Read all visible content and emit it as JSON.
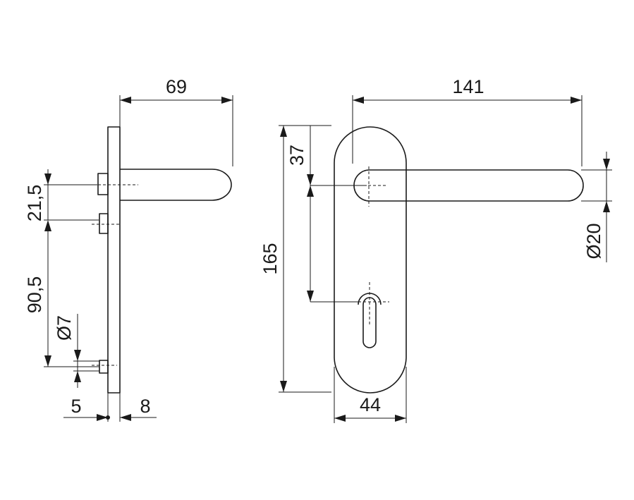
{
  "drawing": {
    "colors": {
      "line": "#1a1a1a",
      "background": "#ffffff"
    },
    "side_view": {
      "width_69": "69",
      "offset_21_5": "21,5",
      "offset_90_5": "90,5",
      "screw_dia": "Ø7",
      "plate_5": "5",
      "plate_8": "8"
    },
    "front_view": {
      "length_141": "141",
      "height_165": "165",
      "offset_37": "37",
      "width_44": "44",
      "grip_dia": "Ø20"
    }
  }
}
